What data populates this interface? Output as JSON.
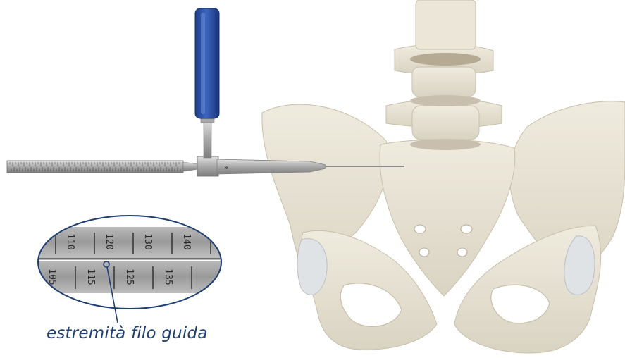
{
  "caption": "estremità filo guida",
  "scale_labels": {
    "top_row": [
      "110",
      "120",
      "130",
      "140"
    ],
    "bottom_row": [
      "105",
      "115",
      "125",
      "135"
    ]
  },
  "icons": {
    "main_illustration": "pelvis-with-guide-wire-instrument",
    "zoom_callout": "ruler-magnifier"
  },
  "colors": {
    "handle": "#2a4f9e",
    "callout_outline": "#1f3f73",
    "bone": "#e6e1d2"
  }
}
